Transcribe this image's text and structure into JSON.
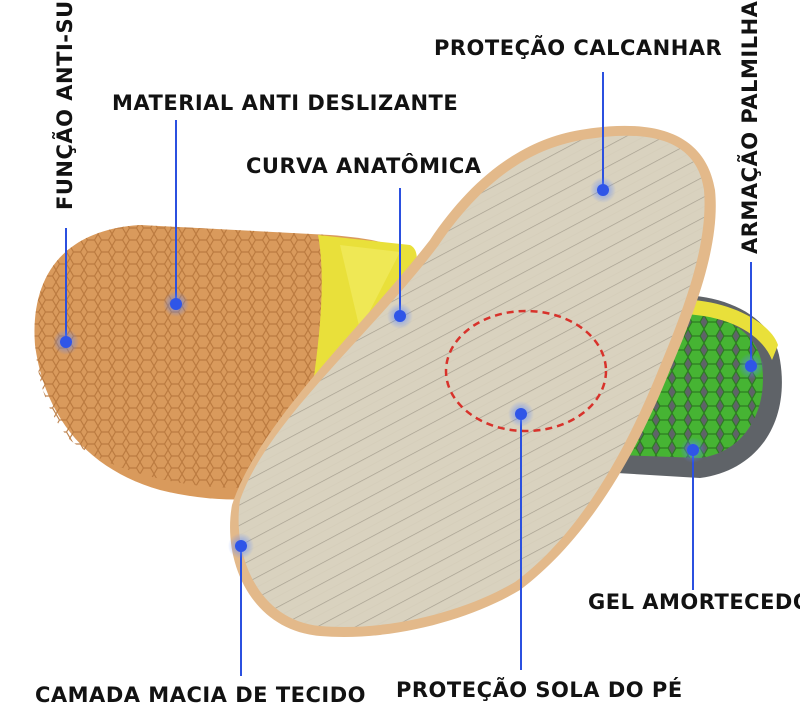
{
  "labels": {
    "funcao_anti_suor": "FUNÇÃO ANTI-SUOR",
    "material_anti_deslizante": "MATERIAL ANTI DESLIZANTE",
    "curva_anatomica": "CURVA ANATÔMICA",
    "protecao_calcanhar": "PROTEÇÃO CALCANHAR",
    "armacao_palmilha": "ARMAÇÃO PALMILHA",
    "gel_amortecedor": "GEL AMORTECEDOR",
    "camada_macia_de_tecido": "CAMADA MACIA DE TECIDO",
    "protecao_sola_do_pe": "PROTEÇÃO SOLA DO PÉ"
  },
  "colors": {
    "pointer": "#2f55e8",
    "text": "#121212",
    "fabric": "#d9d2bf",
    "cork_underside": "#d99a5c",
    "yellow_frame": "#e9e03a",
    "gel": "#3a9a2c",
    "heel_rim": "#5f6368",
    "dashed_circle": "#d8322b"
  }
}
